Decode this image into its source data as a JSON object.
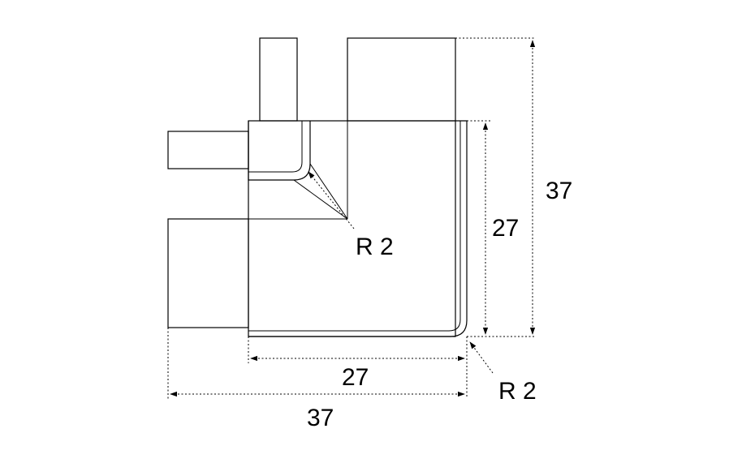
{
  "dimensions": {
    "overall_height": "37",
    "inner_height": "27",
    "inner_width": "27",
    "overall_width": "37",
    "inner_radius": "R 2",
    "outer_radius": "R 2"
  }
}
